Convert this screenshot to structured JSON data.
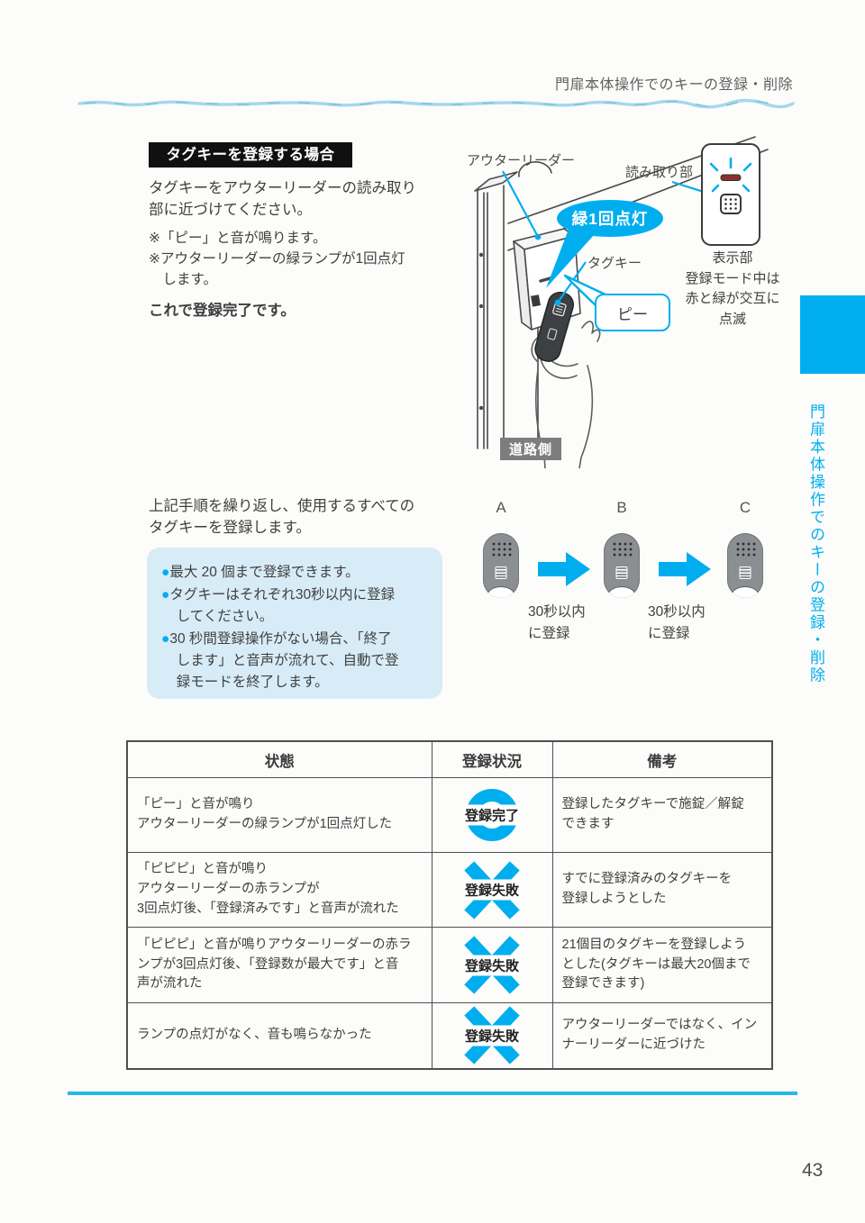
{
  "page": {
    "header": "門扉本体操作でのキーの登録・削除",
    "page_number": "43",
    "side_tab_label": "門扉本体操作でのキーの登録・削除"
  },
  "section": {
    "title": "タグキーを登録する場合",
    "intro": "タグキーをアウターリーダーの読み取り\n部に近づけてください。",
    "notes": [
      "※「ピー」と音が鳴ります。",
      "※アウターリーダーの緑ランプが1回点灯\n　します。"
    ],
    "completion": "これで登録完了です。"
  },
  "illustration": {
    "outer_reader_label": "アウターリーダー",
    "reading_part_label": "読み取り部",
    "green_blink_label": "緑1回点灯",
    "tag_key_label": "タグキー",
    "beep_label": "ピー",
    "display_caption": "表示部\n登録モード中は\n赤と緑が交互に\n点滅",
    "road_side_label": "道路側"
  },
  "repeat_section": {
    "text": "上記手順を繰り返し、使用するすべての\nタグキーを登録します。",
    "bullets": [
      "最大 20 個まで登録できます。",
      "タグキーはそれぞれ30秒以内に登録\nしてください。",
      "30 秒間登録操作がない場合、「終了\nします」と音声が流れて、自動で登\n録モードを終了します。"
    ]
  },
  "sequence": {
    "keys": [
      "A",
      "B",
      "C"
    ],
    "step_caption_1": "30秒以内\nに登録",
    "step_caption_2": "30秒以内\nに登録"
  },
  "table": {
    "headers": [
      "状態",
      "登録状況",
      "備考"
    ],
    "rows": [
      {
        "state": "「ピー」と音が鳴り\nアウターリーダーの緑ランプが1回点灯した",
        "status": "登録完了",
        "result": "ok",
        "remark": "登録したタグキーで施錠／解錠\nできます"
      },
      {
        "state": "「ピピピ」と音が鳴り\nアウターリーダーの赤ランプが\n3回点灯後、「登録済みです」と音声が流れた",
        "status": "登録失敗",
        "result": "fail",
        "remark": "すでに登録済みのタグキーを\n登録しようとした"
      },
      {
        "state": "「ピピピ」と音が鳴りアウターリーダーの赤ラ\nンプが3回点灯後、「登録数が最大です」と音\n声が流れた",
        "status": "登録失敗",
        "result": "fail",
        "remark": "21個目のタグキーを登録しよう\nとした(タグキーは最大20個まで\n登録できます)"
      },
      {
        "state": "ランプの点灯がなく、音も鳴らなかった",
        "status": "登録失敗",
        "result": "fail",
        "remark": "アウターリーダーではなく、イン\nナーリーダーに近づけた"
      }
    ]
  },
  "colors": {
    "accent": "#00AEEF",
    "highlight_box": "#D8ECF7",
    "title_bg": "#101010",
    "road_badge_bg": "#7D7D7D",
    "body_text": "#3F3F3F"
  }
}
